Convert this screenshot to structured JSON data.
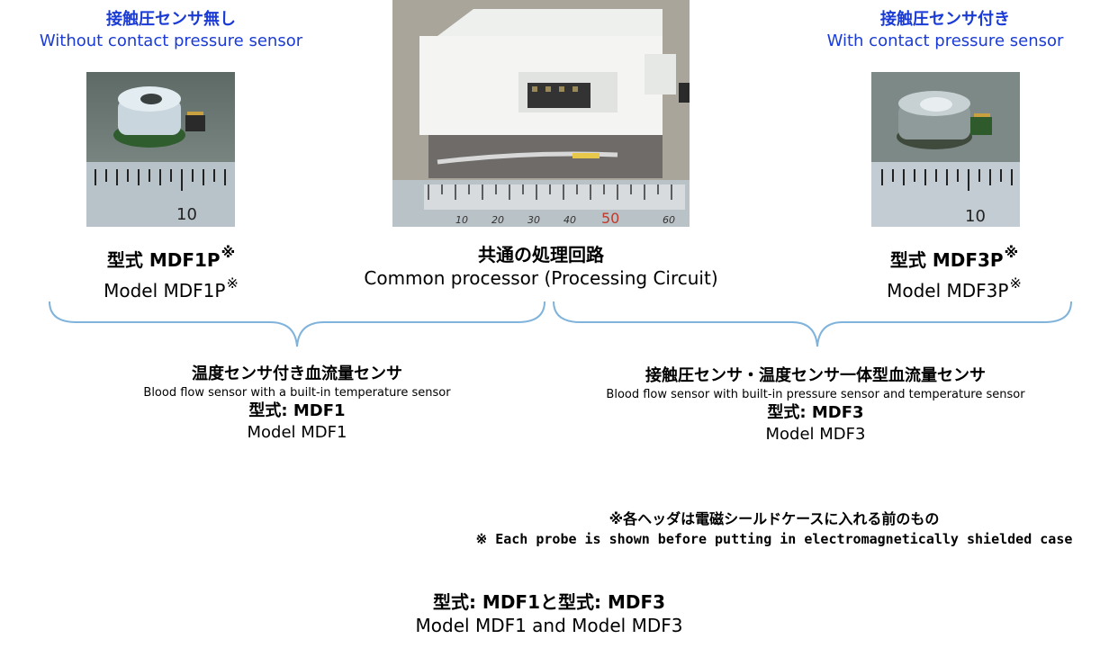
{
  "left": {
    "title_jp": "接触圧センサ無し",
    "title_en": "Without contact pressure sensor",
    "ruler_label": "10",
    "model_jp": "型式 MDF1P",
    "model_en": "Model MDF1P",
    "mark": "※"
  },
  "center": {
    "ruler_labels": [
      "10",
      "20",
      "30",
      "40",
      "50",
      "60"
    ],
    "title_jp": "共通の処理回路",
    "title_en": "Common processor (Processing Circuit)"
  },
  "right": {
    "title_jp": "接触圧センサ付き",
    "title_en": "With contact pressure sensor",
    "ruler_label": "10",
    "model_jp": "型式 MDF3P",
    "model_en": "Model MDF3P",
    "mark": "※"
  },
  "mdf1": {
    "name_jp": "温度センサ付き血流量センサ",
    "name_en": "Blood flow sensor with a built-in temperature sensor",
    "model_jp": "型式: MDF1",
    "model_en": "Model MDF1"
  },
  "mdf3": {
    "name_jp": "接触圧センサ・温度センサ一体型血流量センサ",
    "name_en": "Blood flow sensor with built-in pressure sensor and temperature sensor",
    "model_jp": "型式: MDF3",
    "model_en": "Model MDF3"
  },
  "note": {
    "jp": "※各ヘッダは電磁シールドケースに入れる前のもの",
    "en": "※ Each probe is shown before putting in electromagnetically shielded case"
  },
  "footer": {
    "jp": "型式: MDF1と型式: MDF3",
    "en": "Model MDF1 and Model MDF3"
  },
  "colors": {
    "heading_blue": "#1a3bd6",
    "brace": "#7fb3dc"
  }
}
